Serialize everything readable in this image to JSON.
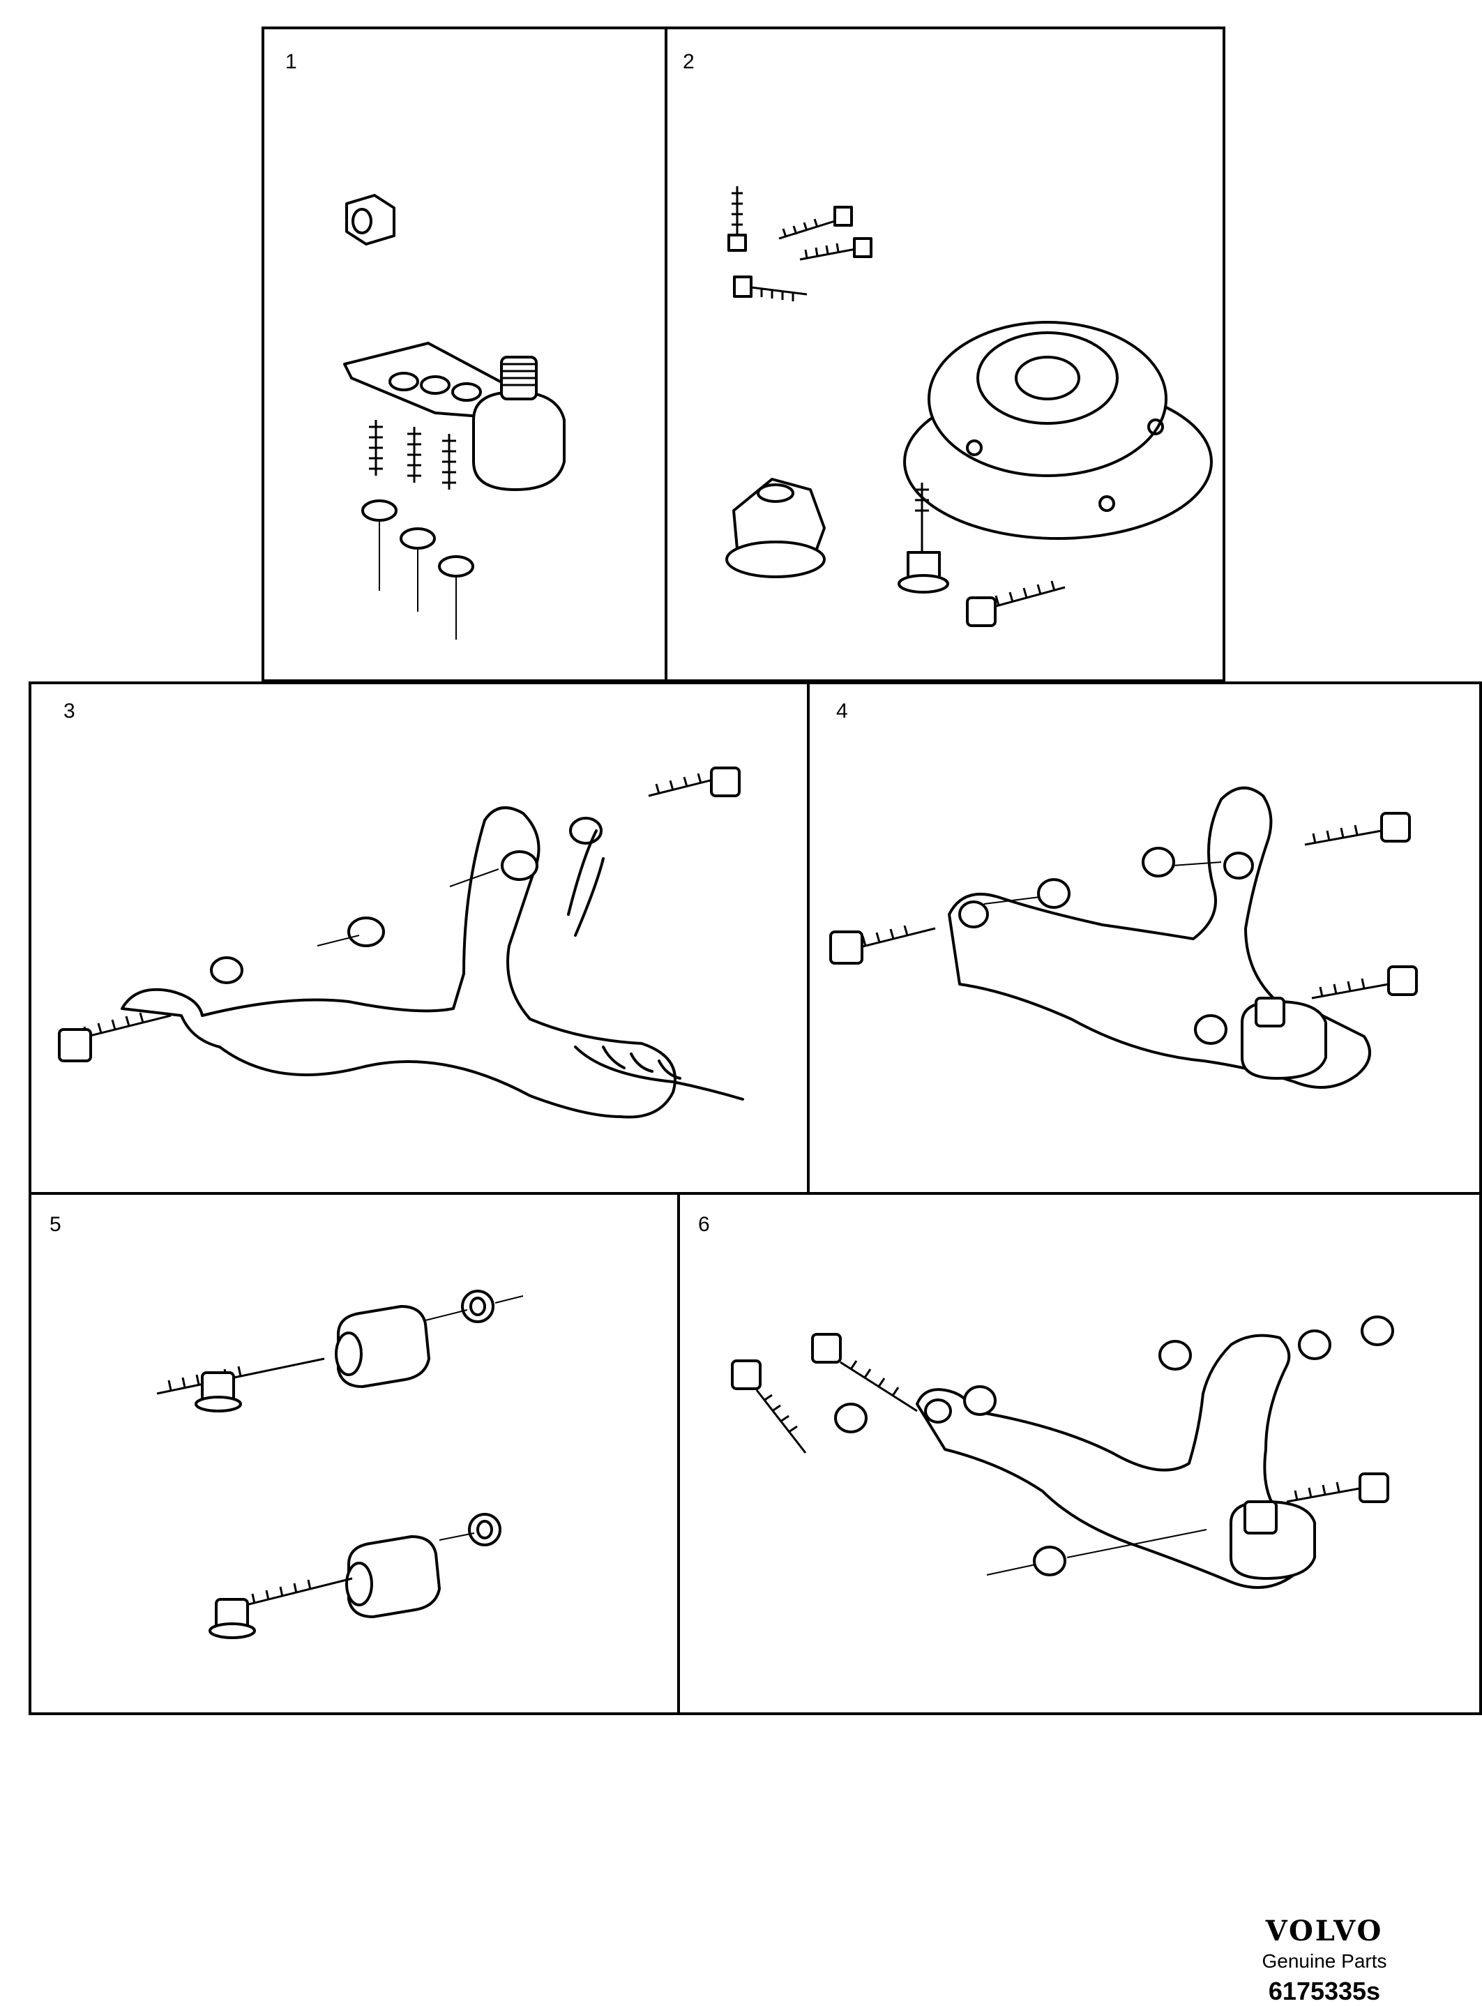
{
  "panels": [
    {
      "number": "1",
      "depicts": "ball joint with nut, bolts and nuts"
    },
    {
      "number": "2",
      "depicts": "wheel hub with nut and bolts"
    },
    {
      "number": "3",
      "depicts": "lower control arm with bolts and nuts"
    },
    {
      "number": "4",
      "depicts": "control arm with ball joint, bolts and nuts"
    },
    {
      "number": "5",
      "depicts": "bushings with bolts and nuts"
    },
    {
      "number": "6",
      "depicts": "control arm assembly with bolts and nuts"
    }
  ],
  "brand": {
    "logo": "VOLVO",
    "subtitle": "Genuine Parts",
    "diagram_id": "6175335s"
  }
}
